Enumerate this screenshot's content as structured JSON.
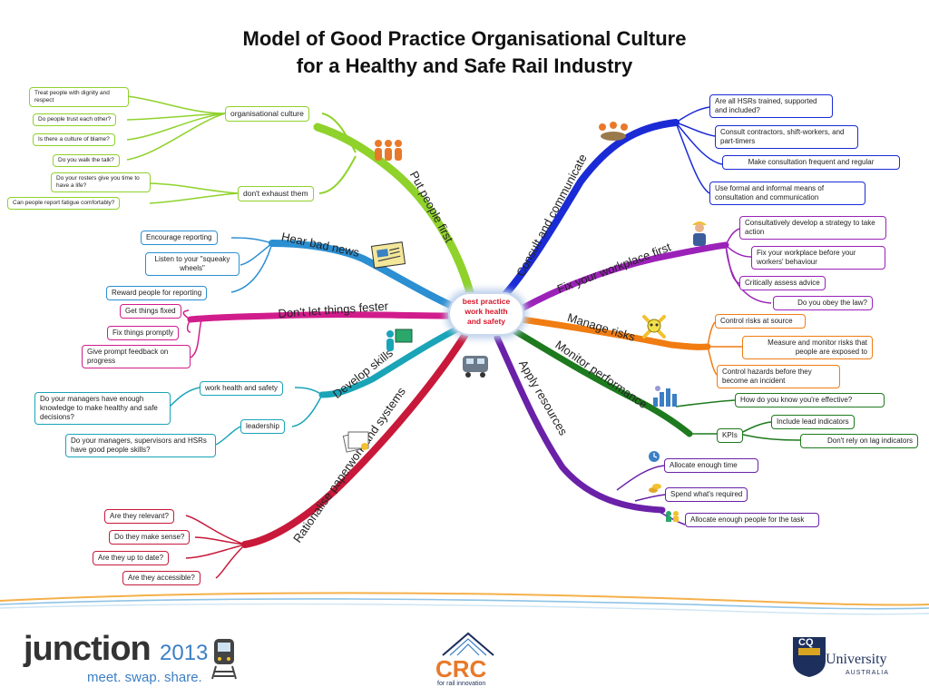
{
  "title": {
    "line1": "Model of Good Practice Organisational Culture",
    "line2": "for a Healthy and Safe Rail Industry"
  },
  "center": {
    "line1": "best practice",
    "line2": "work health",
    "line3": "and safety"
  },
  "branches": {
    "put_people_first": {
      "label": "Put people first",
      "color": "#8fd22b",
      "sub": {
        "org_culture": "organisational culture",
        "dont_exhaust": "don't exhaust them"
      },
      "leaves": {
        "dignity": "Treat people with dignity and respect",
        "trust": "Do people trust each other?",
        "blame": "Is there a culture of blame?",
        "walk": "Do you walk the talk?",
        "rosters": "Do your rosters give you time to have a life?",
        "fatigue": "Can people report fatigue comfortably?"
      }
    },
    "hear_bad_news": {
      "label": "Hear bad news",
      "color": "#2b8fd2",
      "leaves": {
        "encourage": "Encourage reporting",
        "listen": "Listen to your \"squeaky wheels\"",
        "reward": "Reward people for reporting"
      }
    },
    "dont_let_fester": {
      "label": "Don't let things fester",
      "color": "#d11d8c",
      "leaves": {
        "fixed": "Get things fixed",
        "promptly": "Fix things promptly",
        "feedback": "Give prompt feedback on progress"
      }
    },
    "develop_skills": {
      "label": "Develop skills",
      "color": "#1aa4b8",
      "sub": {
        "whs": "work health and safety",
        "leadership": "leadership"
      },
      "leaves": {
        "knowledge": "Do your managers have enough knowledge to make healthy and safe decisions?",
        "people_skills": "Do your managers, supervisors and HSRs have good people skills?"
      }
    },
    "rationalise": {
      "label": "Rationalise paperwork and systems",
      "color": "#c8193a",
      "leaves": {
        "relevant": "Are they relevant?",
        "sense": "Do they make sense?",
        "date": "Are they up to date?",
        "accessible": "Are they accessible?"
      }
    },
    "consult": {
      "label": "Consult and communicate",
      "color": "#1a2bd6",
      "leaves": {
        "hsrs": "Are all HSRs trained, supported and included?",
        "contractors": "Consult contractors, shift-workers, and part-timers",
        "frequent": "Make consultation frequent and regular",
        "formal": "Use formal and informal means of consultation and communication"
      }
    },
    "fix_workplace": {
      "label": "Fix your workplace first",
      "color": "#9b22b8",
      "leaves": {
        "strategy": "Consultatively develop a strategy to take action",
        "behaviour": "Fix your workplace before your workers' behaviour",
        "advice": "Critically assess advice",
        "law": "Do you obey the law?"
      }
    },
    "manage_risks": {
      "label": "Manage risks",
      "color": "#f07c12",
      "leaves": {
        "source": "Control risks at source",
        "measure": "Measure and monitor risks that people are exposed to",
        "hazards": "Control hazards before they become an incident"
      }
    },
    "monitor": {
      "label": "Monitor performance",
      "color": "#1e7a1e",
      "sub": {
        "kpis": "KPIs"
      },
      "leaves": {
        "effective": "How do you know you're effective?",
        "lead": "Include lead indicators",
        "lag": "Don't rely on lag indicators"
      }
    },
    "apply_resources": {
      "label": "Apply resources",
      "color": "#6a21a8",
      "leaves": {
        "time": "Allocate enough time",
        "spend": "Spend what's required",
        "people": "Allocate enough people for the task"
      }
    }
  },
  "logos": {
    "junction_word": "junction",
    "junction_year": "2013",
    "junction_tag": "meet. swap. share.",
    "crc_word": "CRC",
    "crc_tag": "for rail innovation",
    "cq_mark": "CQ",
    "cq_word": "University",
    "cq_sub": "AUSTRALIA"
  },
  "colors": {
    "junction_blue": "#3b7fc4",
    "crc_orange": "#e8792a",
    "cq_navy": "#1d2f5c",
    "cq_gold": "#d9a520"
  }
}
